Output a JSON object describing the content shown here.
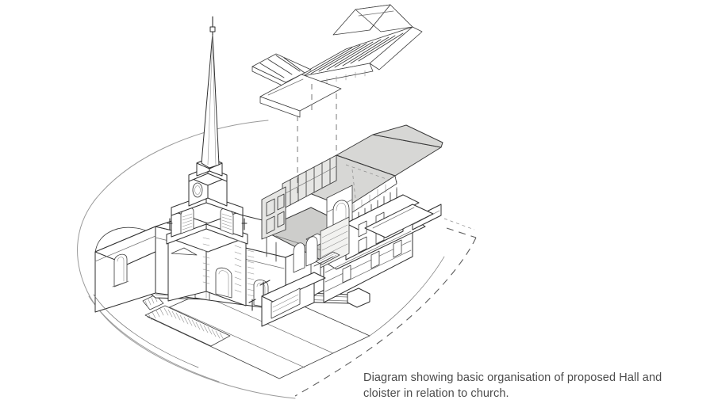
{
  "figure": {
    "title": "Exploded axonometric diagram of church with proposed Hall and cloister",
    "caption_line1": "Diagram showing basic organisation of proposed Hall and",
    "caption_line2": "cloister in relation to church.",
    "caption_full": "Diagram showing basic organisation of proposed Hall and cloister in relation to church.",
    "medium": "hand-drawn ink line drawing, axonometric projection",
    "background_color": "#ffffff"
  },
  "colors": {
    "background": "#ffffff",
    "ink_dark": "#2b2b2b",
    "ink_mid": "#555555",
    "ink_light": "#8a8a8a",
    "site_line": "#9a9a9a",
    "roof_shade": "#d7d7d5",
    "floor_shade": "#cdcdcb",
    "panel_shade": "#e3e3e1",
    "caption_text": "#4b4b4b",
    "dashed_line": "#6d6d6d"
  },
  "elements": {
    "spire_label": "church spire with finial",
    "tower_label": "church tower with clock face and belfry",
    "nave_label": "church nave and apse",
    "forecourt_label": "paved forecourt with steps",
    "hall_label": "proposed hall structure",
    "cloister_label": "proposed cloister colonnade",
    "roof_exploded_label": "exploded roof assembly",
    "wing_label": "existing wing building",
    "site_boundary_label": "site boundary curve",
    "dashed_boundary_label": "dashed site boundary",
    "projection_line_label": "vertical projection line"
  }
}
